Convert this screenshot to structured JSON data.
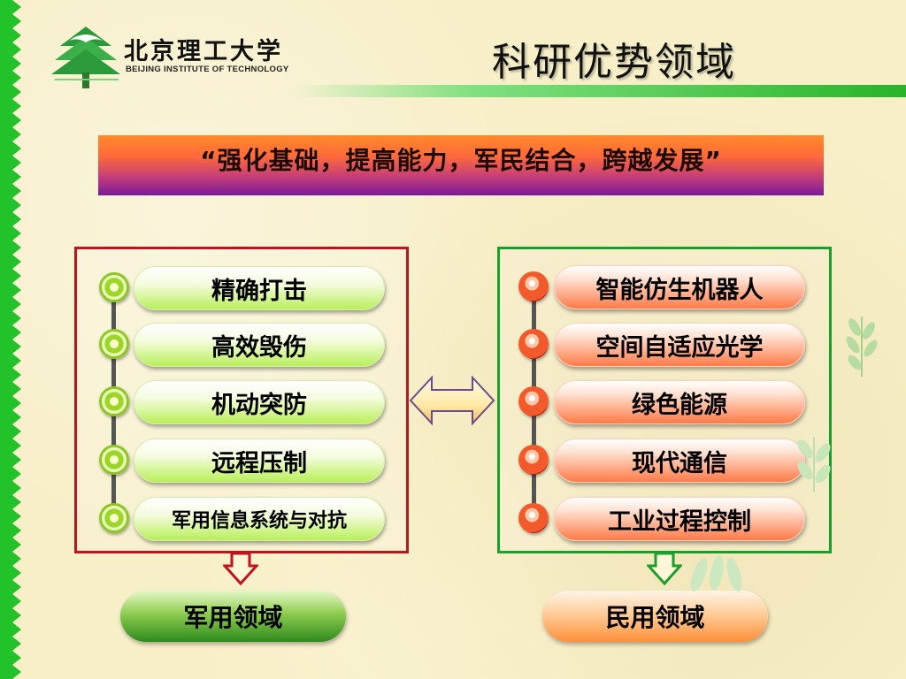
{
  "header": {
    "logo_cn": "北京理工大学",
    "logo_en": "BEIJING INSTITUTE OF TECHNOLOGY",
    "title": "科研优势领域"
  },
  "slogan": "“强化基础，提高能力，军民结合，跨越发展”",
  "military": {
    "items": [
      "精确打击",
      "高效毁伤",
      "机动突防",
      "远程压制",
      "军用信息系统与对抗"
    ],
    "result": "军用领域"
  },
  "civil": {
    "items": [
      "智能仿生机器人",
      "空间自适应光学",
      "绿色能源",
      "现代通信",
      "工业过程控制"
    ],
    "result": "民用领域"
  },
  "colors": {
    "border_green": "#22c22a",
    "military_border": "#c0141c",
    "civil_border": "#18a02c",
    "header_line": "#28b428"
  }
}
